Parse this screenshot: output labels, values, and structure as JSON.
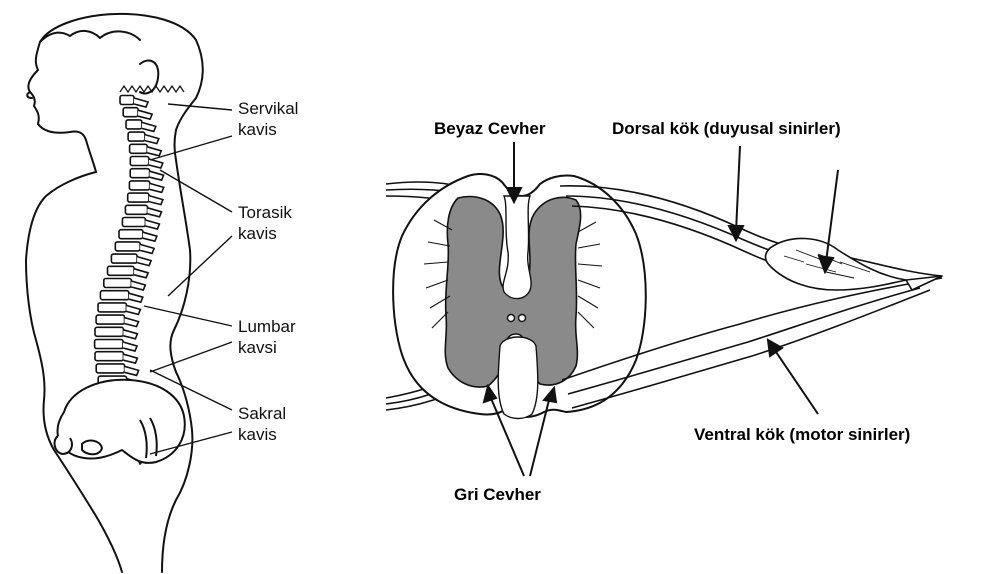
{
  "spine_labels": {
    "servikal": [
      "Servikal",
      "kavis"
    ],
    "torasik": [
      "Torasik",
      "kavis"
    ],
    "lumbar": [
      "Lumbar",
      "kavsi"
    ],
    "sakral": [
      "Sakral",
      "kavis"
    ]
  },
  "cord_labels": {
    "beyaz_cevher": "Beyaz Cevher",
    "dorsal_kok": "Dorsal kök (duyusal sinirler)",
    "ventral_kok": "Ventral kök (motor sinirler)",
    "gri_cevher": "Gri Cevher"
  },
  "colors": {
    "line": "#111111",
    "gray_matter": "#8a8a8a",
    "background": "#ffffff"
  }
}
